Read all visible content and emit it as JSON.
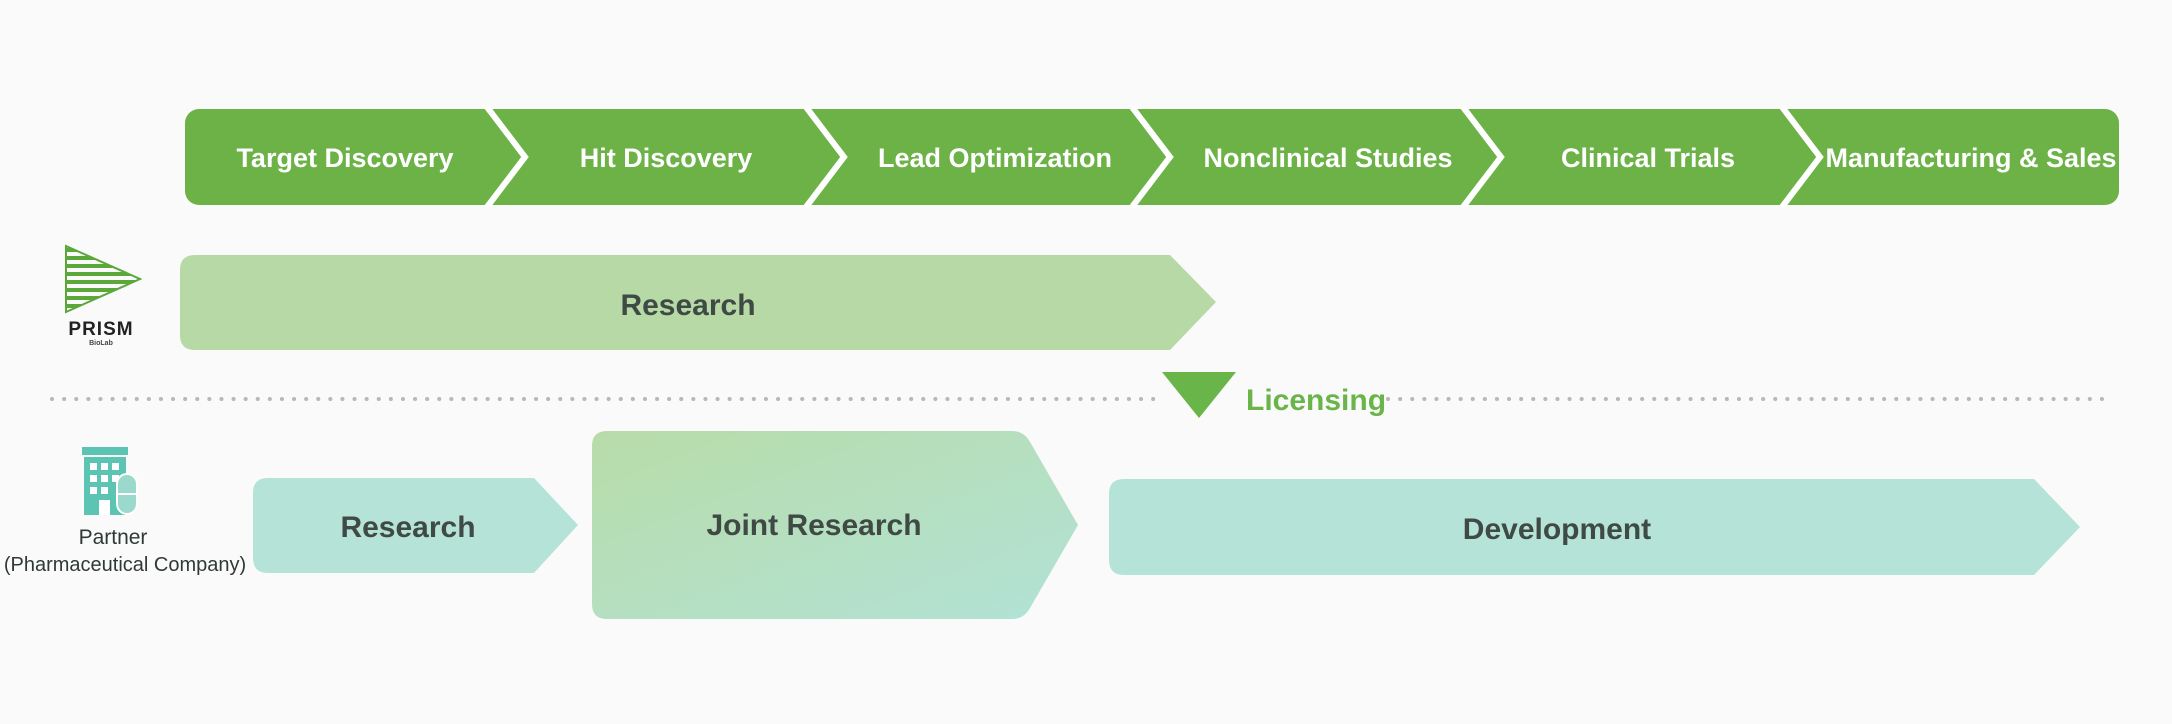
{
  "colors": {
    "stage_green": "#6db247",
    "research_light_green": "#b6d9a6",
    "teal": "#b5e3d8",
    "licensing_green": "#6ab54a",
    "dots": "#b8b8b8",
    "text_dark": "#3f4a45"
  },
  "stages": [
    "Target Discovery",
    "Hit Discovery",
    "Lead Optimization",
    "Nonclinical Studies",
    "Clinical Trials",
    "Manufacturing & Sales"
  ],
  "prism": {
    "logo_text": "PRISM",
    "logo_subtext": "BioLab",
    "logo_icon": "prism-stripes-icon",
    "research_label": "Research"
  },
  "licensing": {
    "label": "Licensing",
    "icon": "triangle-down-icon"
  },
  "partner": {
    "icon": "building-icon",
    "line1": "Partner",
    "line2": "(Pharmaceutical Company)",
    "research_label": "Research",
    "joint_research_label": "Joint Research",
    "development_label": "Development"
  }
}
